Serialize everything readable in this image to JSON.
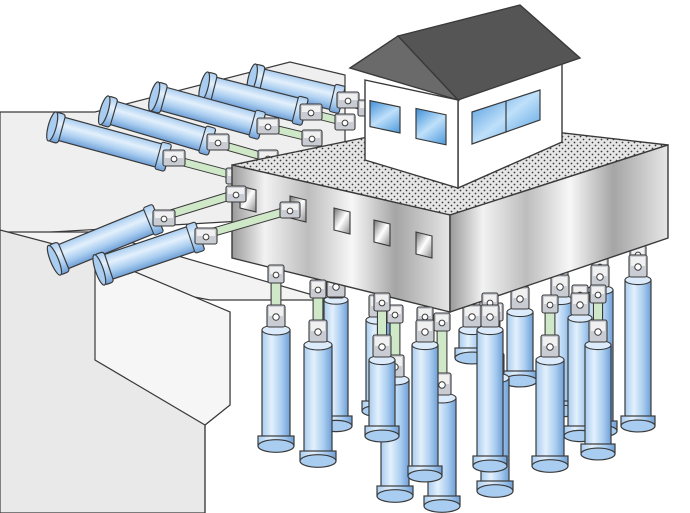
{
  "diagram": {
    "colors": {
      "outline": "#3a3a3a",
      "pit_wall": "#efefef",
      "pit_wall_shade": "#e2e2e2",
      "cylinder_light": "#dcebfb",
      "cylinder_mid": "#a9cdf0",
      "cylinder_dark": "#6f9fd6",
      "rod": "#cfe8c8",
      "joint": "#c9ccd2",
      "foundation_light": "#f4f4f4",
      "foundation_dark": "#8e8e8e",
      "speckle_bg": "#e6e6e6",
      "speckle_dot": "#3c3c3c",
      "house_wall": "#ffffff",
      "roof": "#555555",
      "window": "#5aa6e6"
    },
    "icons": {
      "structure": "house-on-foundation",
      "actuator": "hydraulic-cylinder",
      "joint": "clevis-joint"
    },
    "counts": {
      "horizontal_actuators": 7,
      "vertical_actuators": 18,
      "foundation_windows": 5,
      "house_windows": 3
    }
  }
}
